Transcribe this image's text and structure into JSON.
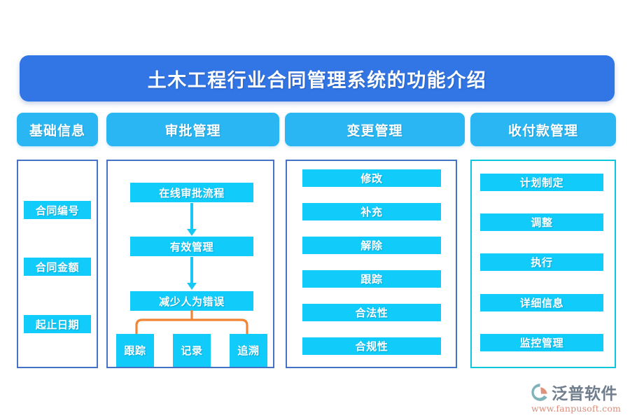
{
  "banner": {
    "title": "土木工程行业合同管理系统的功能介绍",
    "color": "#3275e4"
  },
  "theme": {
    "header_pill": "#2ab6f2",
    "chip": "#11cbfb",
    "panel_border_blue": "#4472c4",
    "panel_border_teal": "#0cc6dd",
    "arrow": "#17c7f4",
    "bracket": "#f08536"
  },
  "columns": [
    {
      "header": "基础信息",
      "border": "blue",
      "items": [
        "合同编号",
        "合同金额",
        "起止日期"
      ]
    },
    {
      "header": "审批管理",
      "border": "blue",
      "flow": [
        "在线审批流程",
        "有效管理",
        "减少人为错误"
      ],
      "leaves": [
        "跟踪",
        "记录",
        "追溯"
      ]
    },
    {
      "header": "变更管理",
      "border": "blue",
      "items": [
        "修改",
        "补充",
        "解除",
        "跟踪",
        "合法性",
        "合规性"
      ]
    },
    {
      "header": "收付款管理",
      "border": "teal",
      "items": [
        "计划制定",
        "调整",
        "执行",
        "详细信息",
        "监控管理"
      ]
    }
  ],
  "logo": {
    "name": "泛普软件",
    "url": "www.fanpusoft.com"
  }
}
